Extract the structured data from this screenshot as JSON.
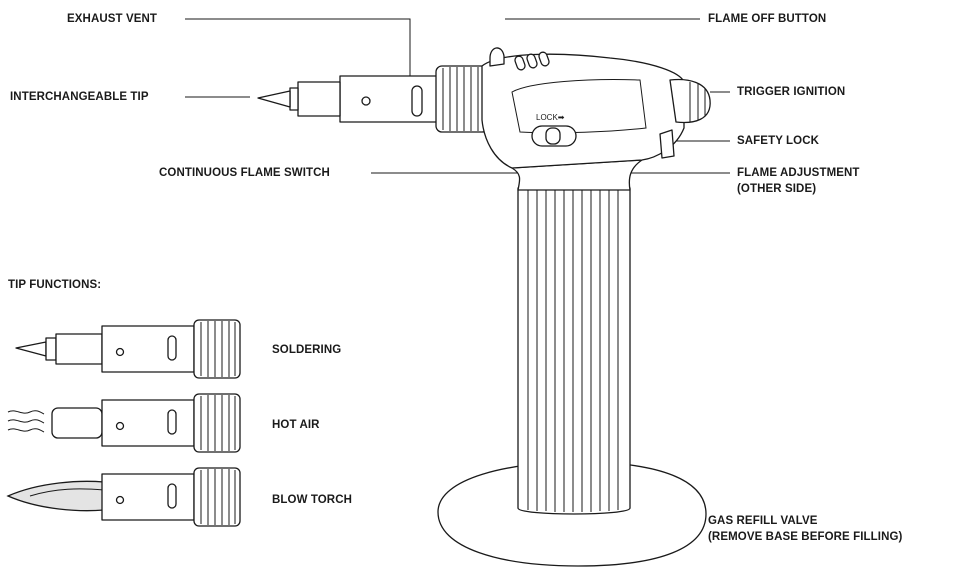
{
  "callouts": {
    "exhaust_vent": "EXHAUST VENT",
    "interchangeable_tip": "INTERCHANGEABLE TIP",
    "continuous_flame_switch": "CONTINUOUS FLAME SWITCH",
    "flame_off_button": "FLAME OFF BUTTON",
    "trigger_ignition": "TRIGGER IGNITION",
    "safety_lock": "SAFETY LOCK",
    "flame_adjustment_line1": "FLAME ADJUSTMENT",
    "flame_adjustment_line2": "(OTHER SIDE)",
    "gas_refill_line1": "GAS REFILL VALVE",
    "gas_refill_line2": "(REMOVE BASE BEFORE FILLING)"
  },
  "lock_marking": "LOCK➡",
  "tip_functions": {
    "heading": "TIP FUNCTIONS:",
    "items": [
      "SOLDERING",
      "HOT AIR",
      "BLOW TORCH"
    ]
  },
  "colors": {
    "ink": "#1a1a1a",
    "flame_fill": "#e4e4e4"
  }
}
